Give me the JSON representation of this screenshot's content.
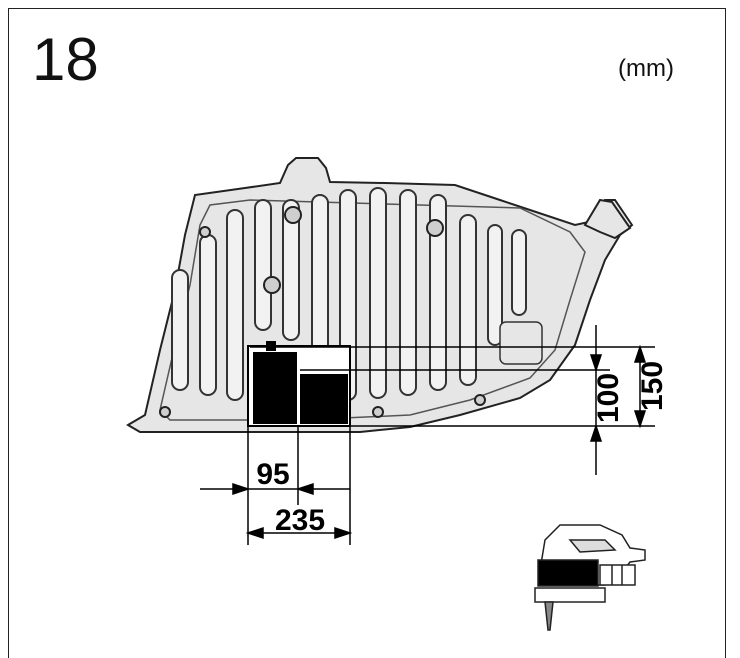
{
  "figure": {
    "number": "18",
    "unit": "(mm)"
  },
  "dimensions": {
    "width_inner": "95",
    "width_outer": "235",
    "height_inner": "100",
    "height_outer": "150"
  },
  "colors": {
    "line": "#000000",
    "fill_dark": "#000000",
    "part_fill": "#e6e6e6"
  },
  "icons": [
    "base-plate-drawing",
    "cutout-area",
    "jigsaw-icon"
  ]
}
